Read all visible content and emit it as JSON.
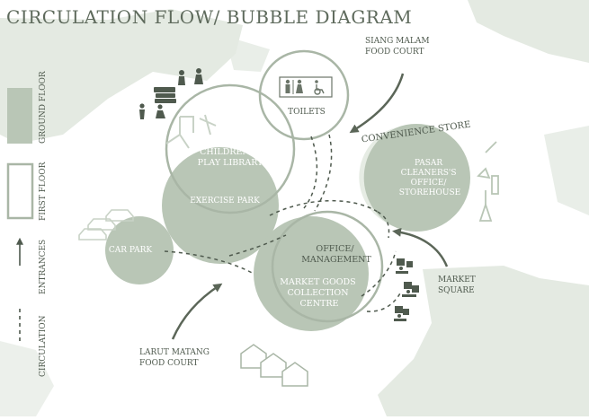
{
  "title": "CIRCULATION FLOW/ BUBBLE DIAGRAM",
  "colors": {
    "bubble_fill": "#b9c6b6",
    "bubble_stroke": "#a9b6a6",
    "text_dark": "#4f5a4e",
    "text_light": "#ffffff",
    "map_blob": "#e2e8e0",
    "arrow": "#5b6658"
  },
  "legend": {
    "ground_floor": "GROUND FLOOR",
    "first_floor": "FIRST FLOOR",
    "entrances": "ENTRANCES",
    "circulation": "CIRCULATION"
  },
  "nodes": {
    "toilets": "TOILETS",
    "childrens_play_library": [
      "CHILDREN'S",
      "PLAY LIBRARY"
    ],
    "exercise_park": "EXERCISE PARK",
    "car_park": "CAR PARK",
    "convenience_store": "CONVENIENCE STORE",
    "pasar_cleaners": [
      "PASAR",
      "CLEANERS'S",
      "OFFICE/",
      "STOREHOUSE"
    ],
    "office_management": [
      "OFFICE/",
      "MANAGEMENT"
    ],
    "market_goods": [
      "MARKET GOODS",
      "COLLECTION",
      "CENTRE"
    ]
  },
  "entrances": {
    "siang_malam": [
      "SIANG MALAM",
      "FOOD COURT"
    ],
    "market_square": [
      "MARKET",
      "SQUARE"
    ],
    "larut_matang": [
      "LARUT MATANG",
      "FOOD COURT"
    ]
  },
  "icons": [
    "restroom-icon",
    "wheelchair-icon",
    "children-play-icon",
    "exercise-icon",
    "car-icon",
    "cleaning-supplies-icon",
    "market-stall-icon",
    "food-stall-icon"
  ]
}
